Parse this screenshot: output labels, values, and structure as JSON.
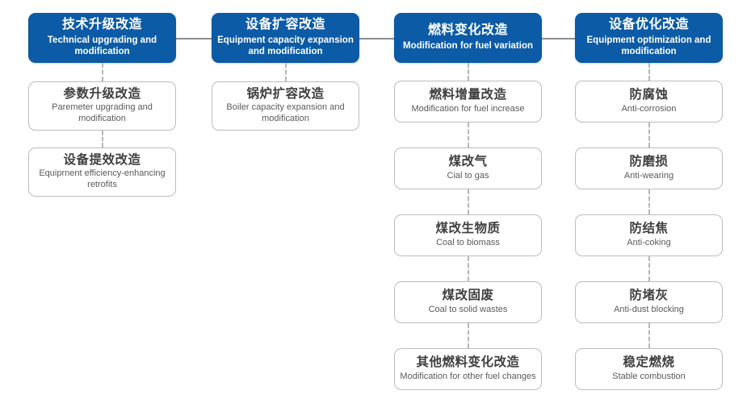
{
  "diagram": {
    "type": "hierarchy-flow",
    "columns": [
      {
        "id": "technical-upgrading",
        "header": {
          "cn": "技术升级改造",
          "en": "Technical upgrading and modification"
        },
        "children": [
          {
            "cn": "参数升级改造",
            "en": "Paremeter upgrading and modification"
          },
          {
            "cn": "设备提效改造",
            "en": "Equiprnent efficiency-enhancing retrofits"
          }
        ]
      },
      {
        "id": "equipment-capacity-expansion",
        "header": {
          "cn": "设备扩容改造",
          "en": "Equipment capacity expansion and modification"
        },
        "children": [
          {
            "cn": "锅炉扩容改造",
            "en": "Boiler capacity expansion and modification"
          }
        ]
      },
      {
        "id": "fuel-variation",
        "header": {
          "cn": "燃料变化改造",
          "en": "Modification for fuel variation"
        },
        "children": [
          {
            "cn": "燃料增量改造",
            "en": "Modification for fuel increase"
          },
          {
            "cn": "煤改气",
            "en": "Cial to gas"
          },
          {
            "cn": "煤改生物质",
            "en": "Coal to biomass"
          },
          {
            "cn": "煤改固废",
            "en": "Coal to solid wastes"
          },
          {
            "cn": "其他燃料变化改造",
            "en": "Modification for other fuel changes"
          }
        ]
      },
      {
        "id": "equipment-optimization",
        "header": {
          "cn": "设备优化改造",
          "en": "Equipment optimization and modification"
        },
        "children": [
          {
            "cn": "防腐蚀",
            "en": "Anti-corrosion"
          },
          {
            "cn": "防磨损",
            "en": "Anti-wearing"
          },
          {
            "cn": "防结焦",
            "en": "Anti-coking"
          },
          {
            "cn": "防堵灰",
            "en": "Anti-dust blocking"
          },
          {
            "cn": "稳定燃烧",
            "en": "Stable combustion"
          }
        ]
      }
    ],
    "colors": {
      "header_fill": "#0b5ba6",
      "header_text": "#ffffff",
      "leaf_border": "#b9bdc0",
      "leaf_text": "#4a4a4a",
      "connector_solid": "#8a8d90",
      "connector_dashed": "#b4b8bb",
      "background": "#ffffff"
    }
  }
}
